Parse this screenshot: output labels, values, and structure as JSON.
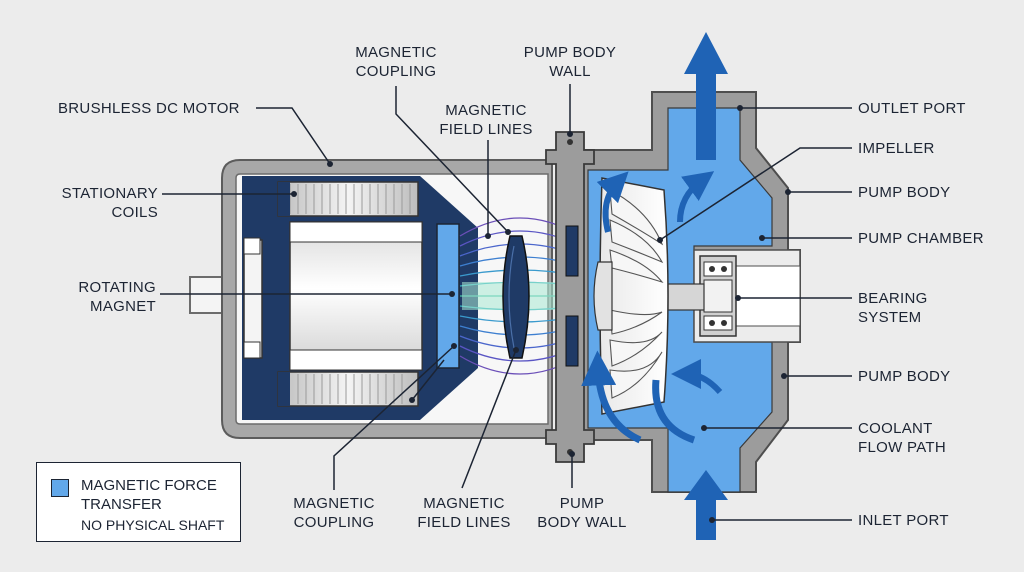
{
  "labels": {
    "brushless_motor": "BRUSHLESS DC MOTOR",
    "stationary_coils": [
      "STATIONARY",
      "COILS"
    ],
    "rotating_magnet": [
      "ROTATING",
      "MAGNET"
    ],
    "magnetic_coupling_top": [
      "MAGNETIC",
      "COUPLING"
    ],
    "magnetic_field_lines_top": [
      "MAGNETIC",
      "FIELD LINES"
    ],
    "pump_body_wall_top": [
      "PUMP BODY",
      "WALL"
    ],
    "outlet_port": "OUTLET PORT",
    "impeller": "IMPELLER",
    "pump_body_upper": "PUMP BODY",
    "pump_chamber": "PUMP CHAMBER",
    "bearing_system": [
      "BEARING",
      "SYSTEM"
    ],
    "pump_body_lower": "PUMP BODY",
    "coolant_flow_path": [
      "COOLANT",
      "FLOW PATH"
    ],
    "inlet_port": "INLET PORT",
    "magnetic_coupling_bottom": [
      "MAGNETIC",
      "COUPLING"
    ],
    "magnetic_field_lines_bottom": [
      "MAGNETIC",
      "FIELD LINES"
    ],
    "pump_body_wall_bottom": [
      "PUMP",
      "BODY WALL"
    ]
  },
  "legend": {
    "title": [
      "MAGNETIC FORCE",
      "TRANSFER"
    ],
    "subtitle": "NO PHYSICAL SHAFT",
    "swatch_color": "#62a8ea"
  },
  "colors": {
    "background": "#ececec",
    "motor_navy": "#1f3a66",
    "fluid_blue": "#62a8ea",
    "housing_gray": "#9c9c9c",
    "flow_arrow": "#1f63b5",
    "leader": "#1c2433"
  }
}
